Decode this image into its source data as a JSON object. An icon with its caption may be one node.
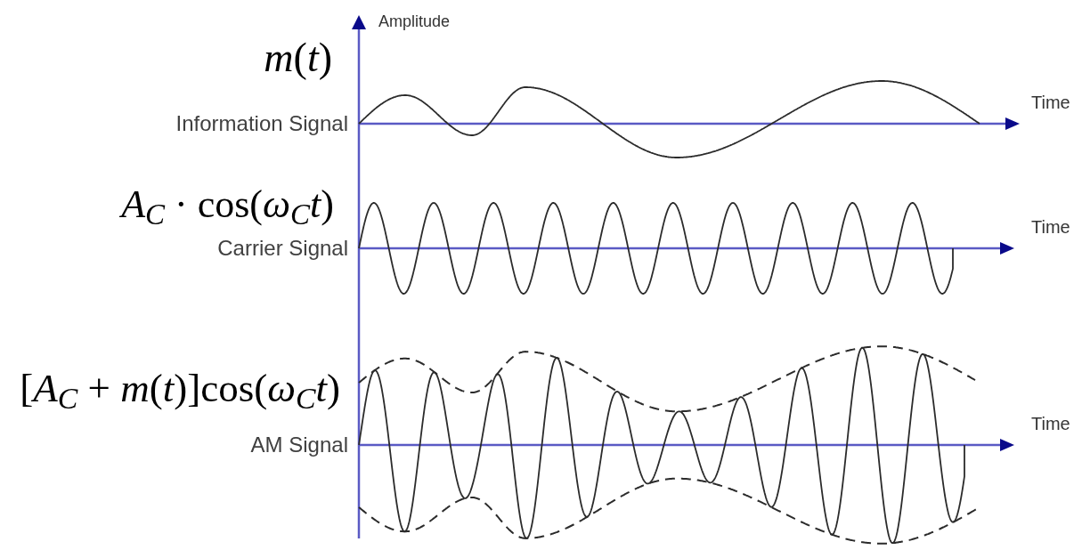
{
  "diagram": {
    "labels": [
      "Amplitude",
      "*m*(*t*)",
      "Time",
      "Information Signal",
      "*A*$_{C}$ · cos(*ω*$_{C}$*t*)",
      "Time",
      "Carrier Signal",
      "[*A*$_{C}$ + *m*(*t*)]cos(*ω*$_{C}$*t*)",
      "Time",
      "AM Signal"
    ]
  }
}
